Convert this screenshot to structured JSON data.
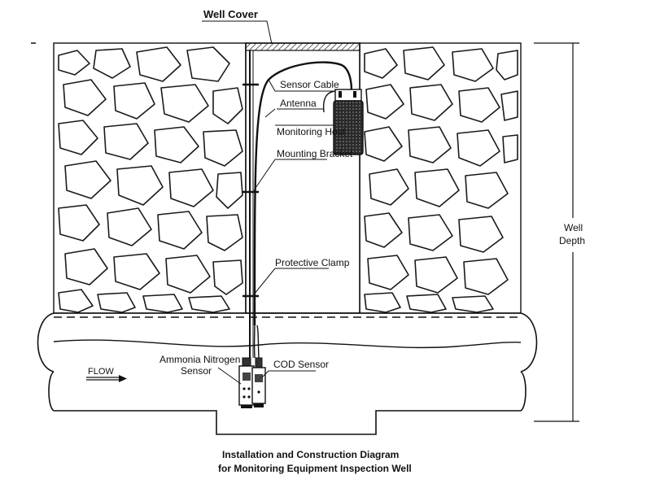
{
  "labels": {
    "well_cover": "Well Cover",
    "sensor_cable": "Sensor Cable",
    "antenna": "Antenna",
    "monitoring_host": "Monitoring Host",
    "mounting_bracket": "Mounting Bracket",
    "protective_clamp": "Protective Clamp",
    "ammonia_sensor_line1": "Ammonia Nitrogen",
    "ammonia_sensor_line2": "Sensor",
    "cod_sensor": "COD Sensor",
    "flow": "FLOW",
    "well_depth_line1": "Well",
    "well_depth_line2": "Depth"
  },
  "caption": {
    "line1": "Installation and Construction Diagram",
    "line2": "for Monitoring Equipment Inspection Well"
  }
}
